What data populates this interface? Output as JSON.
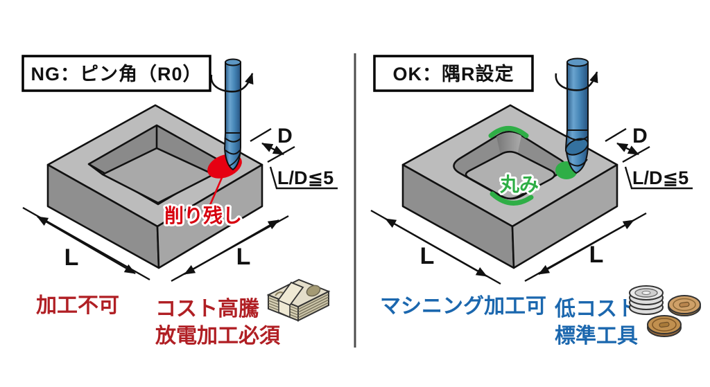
{
  "colors": {
    "ng_caption_red": "#b01f24",
    "defect_label_red": "#d7000f",
    "uncut_highlight_red": "#e60012",
    "ok_caption_blue": "#1b67ae",
    "corner_round_green": "#2fae46",
    "tool_blue": "#4585b6",
    "block_top_gray": "#bcbcbc",
    "divider_gray": "#4d4d4d"
  },
  "icons": {
    "left_cost_icon": "banknote-stack-icon",
    "right_cost_icon": "coins-icon",
    "tool_rotation": "rotation-arrow-icon"
  },
  "left": {
    "title": "NG：ピン角（R0）",
    "defect_label": "削り残し",
    "dim_d": "D",
    "dim_ld": "L/D≦5",
    "dim_l_left": "L",
    "dim_l_right": "L",
    "caption_machinability": "加工不可",
    "caption_cost_line1": "コスト高騰",
    "caption_cost_line2": "放電加工必須"
  },
  "right": {
    "title": "OK：隅R設定",
    "feature_label": "丸み",
    "dim_d": "D",
    "dim_ld": "L/D≦5",
    "dim_l_left": "L",
    "dim_l_right": "L",
    "caption_machinability": "マシニング加工可",
    "caption_cost_line1": "低コスト",
    "caption_cost_line2": "標準工具"
  }
}
